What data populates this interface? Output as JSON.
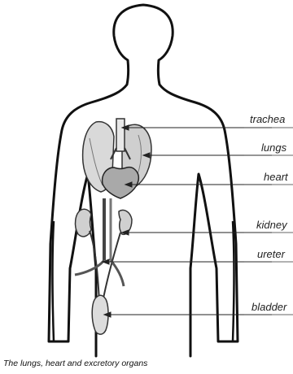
{
  "labels": {
    "trachea": "trachea",
    "lungs": "lungs",
    "heart": "heart",
    "kidney": "kidney",
    "ureter": "ureter",
    "bladder": "bladder"
  },
  "caption": "The lungs, heart and excretory organs"
}
